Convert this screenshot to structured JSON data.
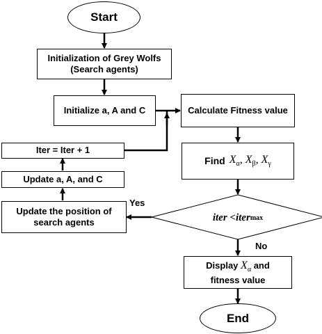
{
  "flowchart": {
    "start": "Start",
    "init_wolves": "Initialization of Grey Wolfs (Search agents)",
    "init_params": "Initialize a, A and C",
    "calc_fitness": "Calculate Fitness value",
    "iter_inc": "Iter = Iter + 1",
    "find_label": "Find",
    "find_x1": "X",
    "find_s1": "α",
    "find_sep1": ", ",
    "find_x2": "X",
    "find_s2": "β",
    "find_sep2": ", ",
    "find_x3": "X",
    "find_s3": "γ",
    "update_params": "Update a, A, and C",
    "update_pos": "Update the position of search agents",
    "decision_left": "iter <",
    "decision_var": "iter",
    "decision_sub": "max",
    "yes_label": "Yes",
    "no_label": "No",
    "display_pre": "Display",
    "display_x": "X",
    "display_s": "α",
    "display_post": " and",
    "display_line2": "fitness value",
    "end": "End"
  }
}
